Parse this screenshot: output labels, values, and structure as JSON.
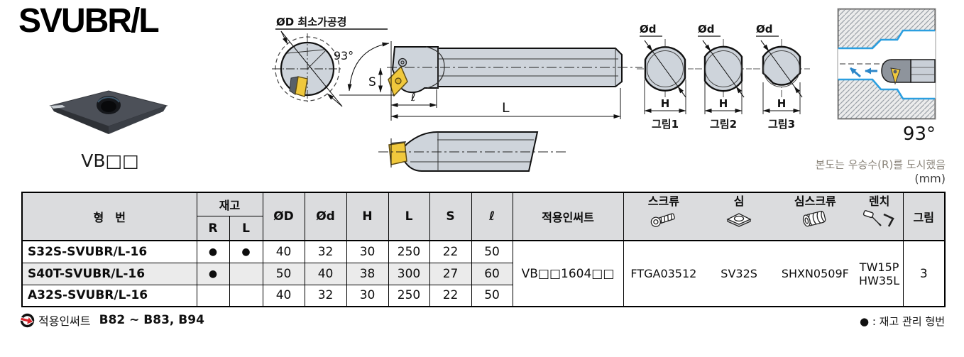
{
  "page": {
    "title": "SVUBR/L",
    "insert_label": "VB□□",
    "hand_note": "본도는 우승수(R)를 도시했음",
    "unit_note": "(mm)"
  },
  "diagram": {
    "min_bore_label": "ØD 최소가공경",
    "angle_label": "93°",
    "s_label": "S",
    "l_small_label": "ℓ",
    "l_label": "L",
    "sections": [
      {
        "dia_label": "Ød",
        "h_label": "H",
        "caption": "그림1"
      },
      {
        "dia_label": "Ød",
        "h_label": "H",
        "caption": "그림2"
      },
      {
        "dia_label": "Ød",
        "h_label": "H",
        "caption": "그림3"
      }
    ],
    "machining_angle": "93°"
  },
  "table": {
    "headers": {
      "model": "형　번",
      "stock": "재고",
      "stock_r": "R",
      "stock_l": "L",
      "dims": [
        "ØD",
        "Ød",
        "H",
        "L",
        "S",
        "ℓ"
      ],
      "insert": "적용인써트",
      "screw": "스크류",
      "shim": "심",
      "shim_screw": "심스크류",
      "wrench": "렌치",
      "figure": "그림"
    },
    "rows": [
      {
        "model": "S32S-SVUBR/L-16",
        "r": "●",
        "l": "●",
        "dims": [
          "40",
          "32",
          "30",
          "250",
          "22",
          "50"
        ]
      },
      {
        "model": "S40T-SVUBR/L-16",
        "r": "●",
        "l": "",
        "dims": [
          "50",
          "40",
          "38",
          "300",
          "27",
          "60"
        ]
      },
      {
        "model": "A32S-SVUBR/L-16",
        "r": "",
        "l": "",
        "dims": [
          "40",
          "32",
          "30",
          "250",
          "22",
          "50"
        ]
      }
    ],
    "merged": {
      "insert": "VB□□1604□□",
      "screw": "FTGA03512",
      "shim": "SV32S",
      "shim_screw": "SHXN0509F",
      "wrench_line1": "TW15P",
      "wrench_line2": "HW35L",
      "figure": "3"
    }
  },
  "footer": {
    "left_label": "적용인써트",
    "left_value": "B82 ~ B83, B94",
    "right_note": "● : 재고 관리 형번"
  },
  "colors": {
    "insert_yellow": "#f0c83c",
    "profile_blue": "#2b9fe0",
    "body_gray": "#ced4db",
    "header_bg": "#dbdcde",
    "row_alt_bg": "#ebebeb",
    "accent_red": "#d8232a"
  }
}
